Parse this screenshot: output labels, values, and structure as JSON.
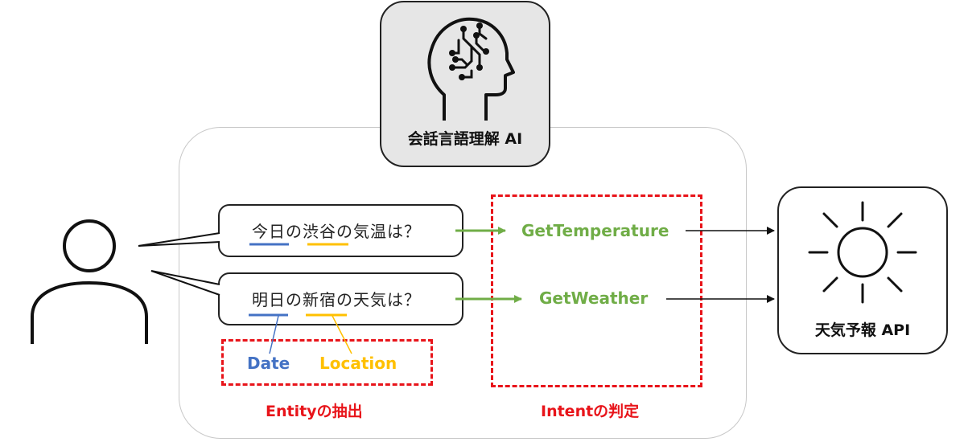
{
  "ai": {
    "label": "会話言語理解 AI",
    "icon": "brain-circuit-icon"
  },
  "utterances": [
    {
      "text": "今日の渋谷の気温は？",
      "intent": "GetTemperature"
    },
    {
      "text": "明日の新宿の天気は？",
      "intent": "GetWeather"
    }
  ],
  "entities": {
    "date_label": "Date",
    "location_label": "Location"
  },
  "sections": {
    "entity_extraction": "Entityの抽出",
    "intent_judgement": "Intentの判定"
  },
  "api": {
    "label": "天気予報 API",
    "icon": "sun-icon"
  },
  "user": {
    "icon": "person-icon"
  },
  "colors": {
    "intent_green": "#70ad47",
    "date_blue": "#4472c4",
    "location_gold": "#ffc000",
    "dash_red": "#e8141a",
    "ai_box_bg": "#e6e6e6"
  }
}
